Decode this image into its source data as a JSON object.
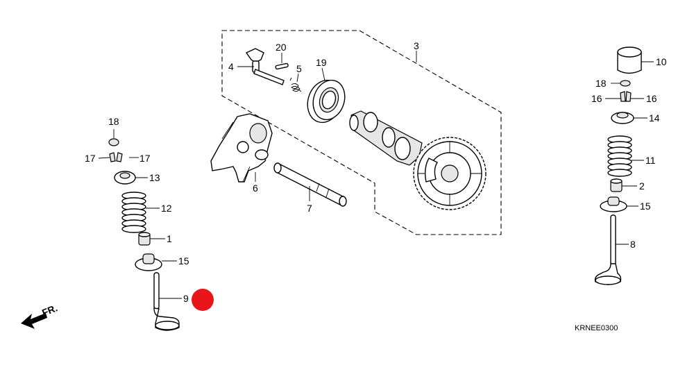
{
  "diagram": {
    "callouts": {
      "p1": "1",
      "p2": "2",
      "p3": "3",
      "p4": "4",
      "p5": "5",
      "p6": "6",
      "p7": "7",
      "p8": "8",
      "p9": "9",
      "p10": "10",
      "p11": "11",
      "p12": "12",
      "p13": "13",
      "p14": "14",
      "p15l": "15",
      "p15r": "15",
      "p16l": "16",
      "p16r": "16",
      "p17l": "17",
      "p17r": "17",
      "p18l": "18",
      "p18r": "18",
      "p19": "19",
      "p20": "20"
    },
    "direction_label": "FR.",
    "drawing_code": "KRNEE0300",
    "marker_color": "#e8161b",
    "icons": {
      "direction": "arrow-left-icon",
      "marker": "red-dot-icon"
    }
  }
}
